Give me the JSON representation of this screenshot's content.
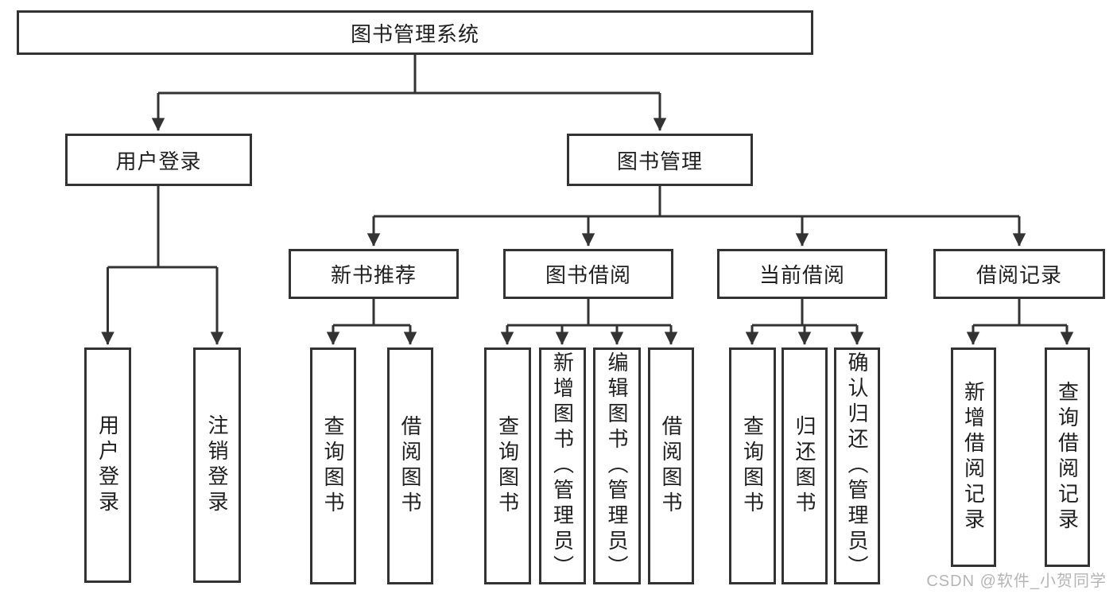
{
  "diagram": {
    "type": "hierarchy-chart",
    "tree": {
      "label": "图书管理系统",
      "children": [
        {
          "label": "用户登录",
          "children": [
            {
              "label": "用户登录"
            },
            {
              "label": "注销登录"
            }
          ]
        },
        {
          "label": "图书管理",
          "children": [
            {
              "label": "新书推荐",
              "children": [
                {
                  "label": "查询图书"
                },
                {
                  "label": "借阅图书"
                }
              ]
            },
            {
              "label": "图书借阅",
              "children": [
                {
                  "label": "查询图书"
                },
                {
                  "label": "新增图书（管理员）"
                },
                {
                  "label": "编辑图书（管理员）"
                },
                {
                  "label": "借阅图书"
                }
              ]
            },
            {
              "label": "当前借阅",
              "children": [
                {
                  "label": "查询图书"
                },
                {
                  "label": "归还图书"
                },
                {
                  "label": "确认归还（管理员）"
                }
              ]
            },
            {
              "label": "借阅记录",
              "children": [
                {
                  "label": "新增借阅记录"
                },
                {
                  "label": "查询借阅记录"
                }
              ]
            }
          ]
        }
      ]
    },
    "colors": {
      "line": "#333333",
      "box_border": "#333333",
      "text": "#1f1f1f",
      "background": "#ffffff",
      "watermark": "#b5b5b5"
    }
  },
  "watermark": {
    "text": "CSDN @软件_小贺同学"
  }
}
